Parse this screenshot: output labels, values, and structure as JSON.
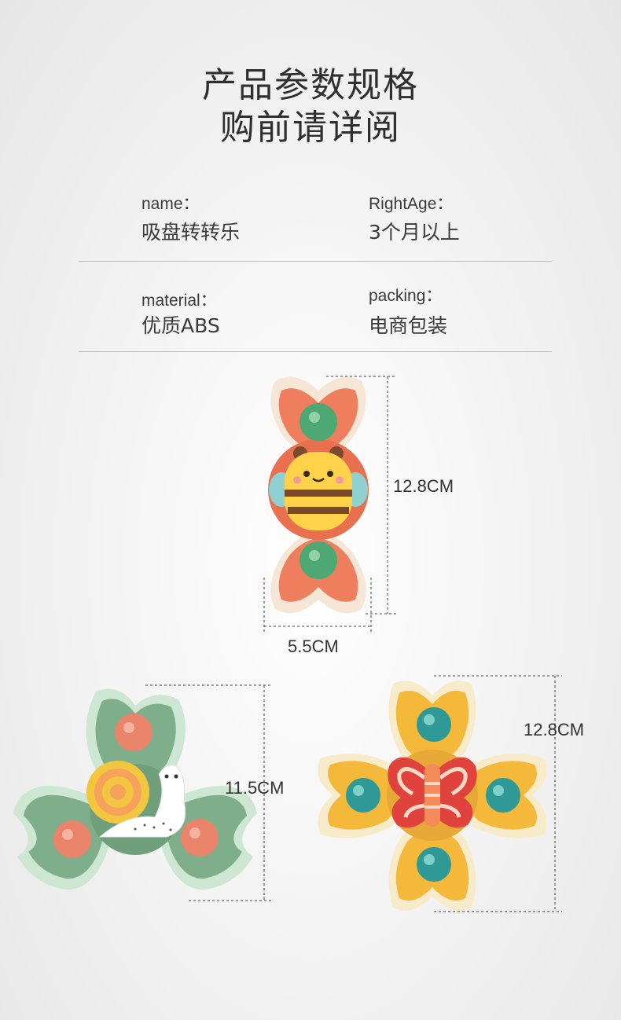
{
  "header": {
    "title_line1": "产品参数规格",
    "title_line2": "购前请详阅"
  },
  "specs": {
    "name_label": "name：",
    "name_value": "吸盘转转乐",
    "age_label": "RightAge：",
    "age_value": "3个月以上",
    "material_label": "material：",
    "material_value": "优质ABS",
    "packing_label": "packing：",
    "packing_value": "电商包装"
  },
  "dimensions": {
    "bee_height": "12.8CM",
    "bee_width": "5.5CM",
    "snail_height": "11.5CM",
    "butterfly_height": "12.8CM"
  },
  "colors": {
    "bee_petal": "#ee7e5e",
    "snail_petal": "#7fae8a",
    "butterfly_petal": "#f4b83b",
    "rim": "#f6e6d6"
  }
}
